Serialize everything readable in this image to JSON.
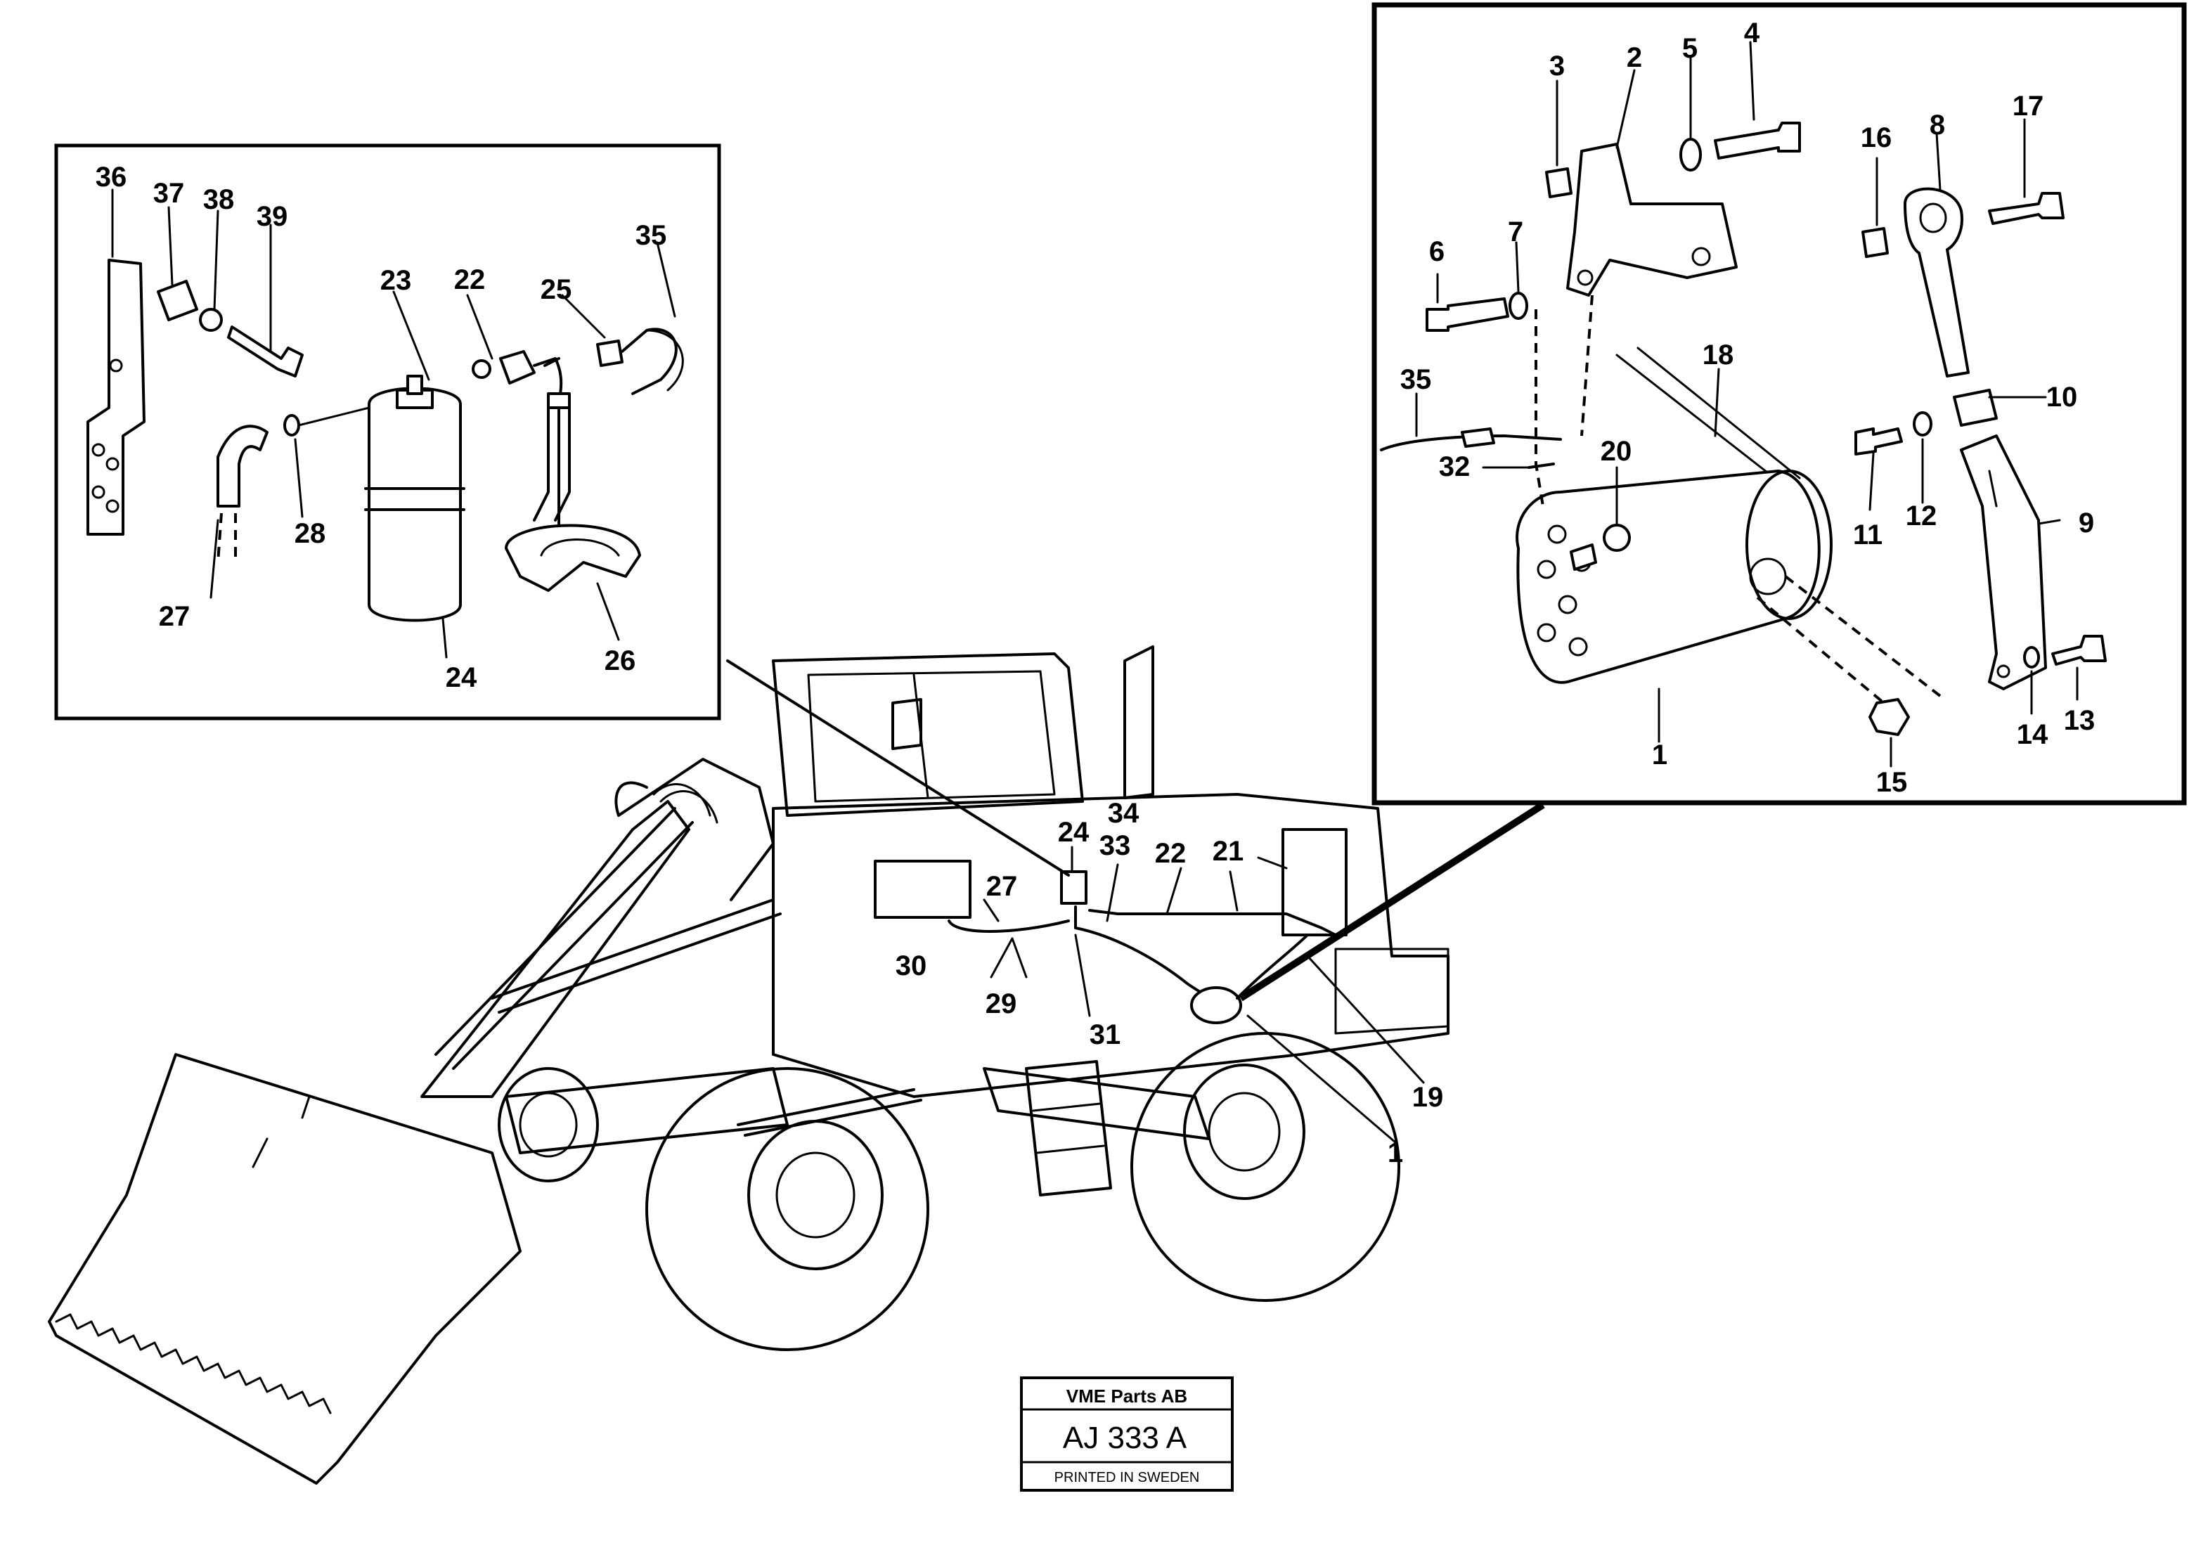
{
  "callouts": {
    "left": [
      "36",
      "37",
      "38",
      "39",
      "23",
      "22",
      "25",
      "35",
      "27",
      "28",
      "24",
      "26"
    ],
    "right": [
      "3",
      "2",
      "5",
      "4",
      "16",
      "8",
      "17",
      "6",
      "7",
      "18",
      "35",
      "32",
      "20",
      "10",
      "11",
      "12",
      "9",
      "1",
      "14",
      "13",
      "15"
    ],
    "main": [
      "24",
      "34",
      "33",
      "22",
      "21",
      "27",
      "30",
      "29",
      "31",
      "19",
      "1"
    ]
  },
  "stamp": {
    "company": "VME Parts AB",
    "code": "AJ 333  A",
    "printed": "PRINTED IN SWEDEN"
  }
}
